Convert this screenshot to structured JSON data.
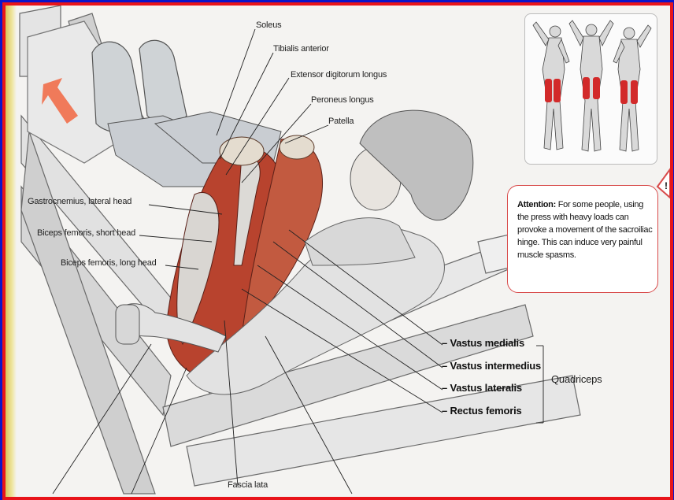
{
  "labels": {
    "soleus": "Soleus",
    "tibialis_anterior": "Tibialis anterior",
    "extensor_digitorum_longus": "Extensor digitorum longus",
    "peroneus_longus": "Peroneus longus",
    "patella": "Patella",
    "gastrocnemius_lateral_head": "Gastrocnemius, lateral head",
    "biceps_femoris_short_head": "Biceps femoris, short head",
    "biceps_femoris_long_head": "Biceps femoris, long head",
    "fascia_lata": "Fascia lata"
  },
  "quadriceps": {
    "group_label": "Quadriceps",
    "muscles": [
      "– Vastus medialis",
      "– Vastus intermedius",
      "– Vastus lateralis",
      "– Rectus femoris"
    ]
  },
  "callout": {
    "heading": "Attention:",
    "body": "For some people, using the press with heavy loads can provoke a movement of the sacroiliac hinge. This can induce very painful muscle spasms."
  },
  "colors": {
    "frame": "#0b14c9",
    "border": "#e8141a",
    "muscle": "#b8432e",
    "arrow": "#f07a5a"
  }
}
